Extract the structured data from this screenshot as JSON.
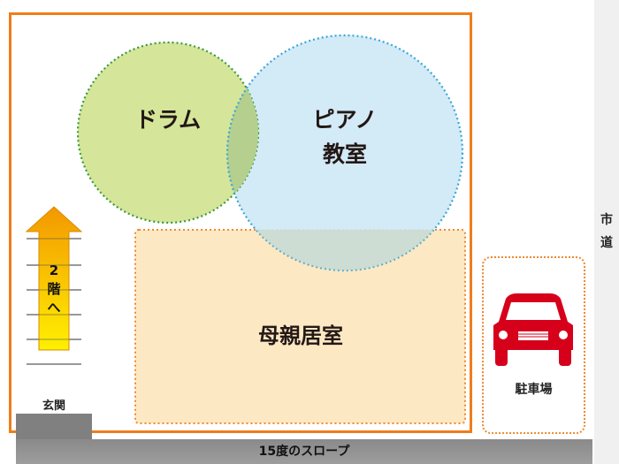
{
  "rooms": {
    "drum": "ドラム",
    "piano_line1": "ピアノ",
    "piano_line2": "教室",
    "mother": "母親居室"
  },
  "stairs": {
    "line1": "2",
    "line2": "階",
    "line3": "へ"
  },
  "entrance": "玄関",
  "parking": "駐車場",
  "road": {
    "line1": "市",
    "line2": "道"
  },
  "ramp": "15度のスロープ",
  "colors": {
    "building_border": "#ef7d1a",
    "drum_fill": "#d5e59a",
    "drum_border": "#3a9a3a",
    "piano_fill": "#cfe8f6",
    "piano_border": "#3aa6d8",
    "overlap_fill": "#b4cf8e",
    "mother_fill": "#fde8c4",
    "mother_border": "#ef8a2f",
    "arrow_top": "#f39800",
    "arrow_bottom": "#fff000",
    "car": "#d7001b",
    "ramp": "#8f8f8f"
  }
}
